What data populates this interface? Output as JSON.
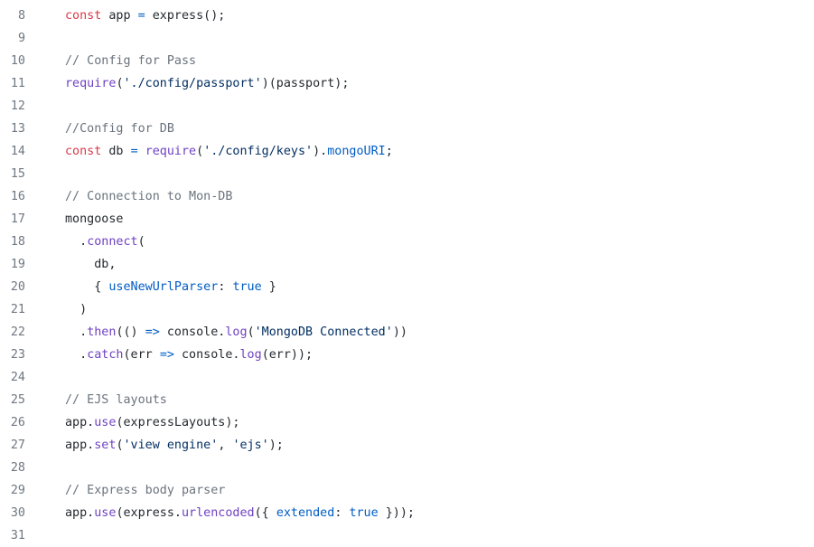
{
  "code_view": {
    "colors": {
      "keyword": "#d73a49",
      "function": "#6f42c1",
      "constant": "#005cc5",
      "string": "#032f62",
      "comment": "#6a737d",
      "text": "#24292e",
      "line_number": "#6e7781"
    },
    "lines": [
      {
        "num": "8",
        "tokens": [
          {
            "t": "kw",
            "v": "const"
          },
          {
            "t": "plain",
            "v": " app "
          },
          {
            "t": "op",
            "v": "="
          },
          {
            "t": "plain",
            "v": " express();"
          }
        ]
      },
      {
        "num": "9",
        "tokens": []
      },
      {
        "num": "10",
        "tokens": [
          {
            "t": "cmt",
            "v": "// Config for Pass"
          }
        ]
      },
      {
        "num": "11",
        "tokens": [
          {
            "t": "fn",
            "v": "require"
          },
          {
            "t": "plain",
            "v": "("
          },
          {
            "t": "str",
            "v": "'./config/passport'"
          },
          {
            "t": "plain",
            "v": ")(passport);"
          }
        ]
      },
      {
        "num": "12",
        "tokens": []
      },
      {
        "num": "13",
        "tokens": [
          {
            "t": "cmt",
            "v": "//Config for DB"
          }
        ]
      },
      {
        "num": "14",
        "tokens": [
          {
            "t": "kw",
            "v": "const"
          },
          {
            "t": "plain",
            "v": " db "
          },
          {
            "t": "op",
            "v": "="
          },
          {
            "t": "plain",
            "v": " "
          },
          {
            "t": "fn",
            "v": "require"
          },
          {
            "t": "plain",
            "v": "("
          },
          {
            "t": "str",
            "v": "'./config/keys'"
          },
          {
            "t": "plain",
            "v": ")."
          },
          {
            "t": "const",
            "v": "mongoURI"
          },
          {
            "t": "plain",
            "v": ";"
          }
        ]
      },
      {
        "num": "15",
        "tokens": []
      },
      {
        "num": "16",
        "tokens": [
          {
            "t": "cmt",
            "v": "// Connection to Mon-DB"
          }
        ]
      },
      {
        "num": "17",
        "tokens": [
          {
            "t": "plain",
            "v": "mongoose"
          }
        ]
      },
      {
        "num": "18",
        "tokens": [
          {
            "t": "plain",
            "v": "  ."
          },
          {
            "t": "fn",
            "v": "connect"
          },
          {
            "t": "plain",
            "v": "("
          }
        ]
      },
      {
        "num": "19",
        "tokens": [
          {
            "t": "plain",
            "v": "    db,"
          }
        ]
      },
      {
        "num": "20",
        "tokens": [
          {
            "t": "plain",
            "v": "    { "
          },
          {
            "t": "const",
            "v": "useNewUrlParser"
          },
          {
            "t": "plain",
            "v": ": "
          },
          {
            "t": "const",
            "v": "true"
          },
          {
            "t": "plain",
            "v": " }"
          }
        ]
      },
      {
        "num": "21",
        "tokens": [
          {
            "t": "plain",
            "v": "  )"
          }
        ]
      },
      {
        "num": "22",
        "tokens": [
          {
            "t": "plain",
            "v": "  ."
          },
          {
            "t": "fn",
            "v": "then"
          },
          {
            "t": "plain",
            "v": "(() "
          },
          {
            "t": "op",
            "v": "=>"
          },
          {
            "t": "plain",
            "v": " console."
          },
          {
            "t": "fn",
            "v": "log"
          },
          {
            "t": "plain",
            "v": "("
          },
          {
            "t": "str",
            "v": "'MongoDB Connected'"
          },
          {
            "t": "plain",
            "v": "))"
          }
        ]
      },
      {
        "num": "23",
        "tokens": [
          {
            "t": "plain",
            "v": "  ."
          },
          {
            "t": "fn",
            "v": "catch"
          },
          {
            "t": "plain",
            "v": "(err "
          },
          {
            "t": "op",
            "v": "=>"
          },
          {
            "t": "plain",
            "v": " console."
          },
          {
            "t": "fn",
            "v": "log"
          },
          {
            "t": "plain",
            "v": "(err));"
          }
        ]
      },
      {
        "num": "24",
        "tokens": []
      },
      {
        "num": "25",
        "tokens": [
          {
            "t": "cmt",
            "v": "// EJS layouts"
          }
        ]
      },
      {
        "num": "26",
        "tokens": [
          {
            "t": "plain",
            "v": "app."
          },
          {
            "t": "fn",
            "v": "use"
          },
          {
            "t": "plain",
            "v": "(expressLayouts);"
          }
        ]
      },
      {
        "num": "27",
        "tokens": [
          {
            "t": "plain",
            "v": "app."
          },
          {
            "t": "fn",
            "v": "set"
          },
          {
            "t": "plain",
            "v": "("
          },
          {
            "t": "str",
            "v": "'view engine'"
          },
          {
            "t": "plain",
            "v": ", "
          },
          {
            "t": "str",
            "v": "'ejs'"
          },
          {
            "t": "plain",
            "v": ");"
          }
        ]
      },
      {
        "num": "28",
        "tokens": []
      },
      {
        "num": "29",
        "tokens": [
          {
            "t": "cmt",
            "v": "// Express body parser"
          }
        ]
      },
      {
        "num": "30",
        "tokens": [
          {
            "t": "plain",
            "v": "app."
          },
          {
            "t": "fn",
            "v": "use"
          },
          {
            "t": "plain",
            "v": "(express."
          },
          {
            "t": "fn",
            "v": "urlencoded"
          },
          {
            "t": "plain",
            "v": "({ "
          },
          {
            "t": "const",
            "v": "extended"
          },
          {
            "t": "plain",
            "v": ": "
          },
          {
            "t": "const",
            "v": "true"
          },
          {
            "t": "plain",
            "v": " }));"
          }
        ]
      },
      {
        "num": "31",
        "tokens": []
      }
    ]
  }
}
